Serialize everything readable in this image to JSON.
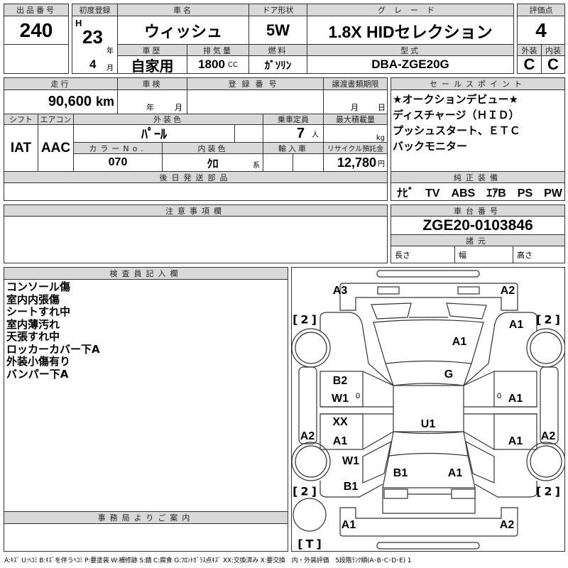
{
  "lot": {
    "label": "出品番号",
    "value": "240"
  },
  "first_reg": {
    "label": "初度登録",
    "era": "H",
    "year": "23",
    "year_unit": "年",
    "month": "4",
    "month_unit": "月"
  },
  "car_name": {
    "label": "車名",
    "value": "ウィッシュ"
  },
  "door": {
    "label": "ドア形状",
    "value": "5W"
  },
  "grade": {
    "label": "グレード",
    "value": "1.8X HIDセレクション"
  },
  "history": {
    "label": "車歴",
    "value": "自家用"
  },
  "displacement": {
    "label": "排気量",
    "value": "1800",
    "unit": "CC"
  },
  "fuel": {
    "label": "燃料",
    "value": "ｶﾞｿﾘﾝ"
  },
  "model": {
    "label": "型式",
    "value": "DBA-ZGE20G"
  },
  "score": {
    "label": "評価点",
    "value": "4",
    "ext_label": "外装",
    "int_label": "内装",
    "ext": "C",
    "int": "C"
  },
  "mileage": {
    "label": "走行",
    "value": "90,600",
    "unit": "km"
  },
  "inspection": {
    "label": "車検",
    "year_unit": "年",
    "month_unit": "月"
  },
  "reg_no": {
    "label": "登録番号"
  },
  "transfer": {
    "label": "譲渡書類期限",
    "month_unit": "月",
    "day_unit": "日"
  },
  "shift": {
    "label": "シフト",
    "value": "IAT"
  },
  "ac": {
    "label": "エアコン",
    "value": "AAC"
  },
  "ext_color": {
    "label": "外装色",
    "value": "ﾊﾟｰﾙ"
  },
  "capacity": {
    "label": "乗車定員",
    "value": "7",
    "unit": "人"
  },
  "max_load": {
    "label": "最大積載量",
    "unit": "kg"
  },
  "color_no": {
    "label": "カラーNo.",
    "value": "070"
  },
  "int_color": {
    "label": "内装色",
    "value": "ｸﾛ",
    "unit": "系"
  },
  "import": {
    "label": "輸入車"
  },
  "recycle": {
    "label": "リサイクル預託金",
    "value": "12,780",
    "unit": "円"
  },
  "later_parts": {
    "label": "後日発送部品"
  },
  "sale_points": {
    "label": "セールスポイント",
    "items": [
      "★オークションデビュー★",
      "ディスチャージ（ＨＩＤ）",
      "プッシュスタート、ＥＴＣ",
      "バックモニター"
    ]
  },
  "equipment": {
    "label": "純正装備",
    "value": "ﾅﾋﾞ　TV　ABS　ｴｱB　PS　PW"
  },
  "caution": {
    "label": "注意事項欄"
  },
  "chassis": {
    "label": "車台番号",
    "value": "ZGE20-0103846"
  },
  "specs": {
    "label": "諸元",
    "length": "長さ",
    "width": "幅",
    "height": "高さ"
  },
  "inspector": {
    "label": "検査員記入欄",
    "notes": [
      "コンソール傷",
      "室内内張傷",
      "シートすれ中",
      "室内薄汚れ",
      "天張すれ中",
      "ロッカーカバー下A",
      "外装小傷有り",
      "バンパー下A"
    ]
  },
  "office": {
    "label": "事務局よりご案内"
  },
  "diagram": {
    "labels": [
      "A3",
      "A2",
      "A1",
      "A1",
      "G",
      "B2",
      "W1",
      "0",
      "0",
      "A1",
      "XX",
      "U1",
      "A2",
      "A2",
      "A1",
      "A1",
      "W1",
      "B1",
      "A1",
      "B1",
      "A1",
      "A2"
    ],
    "tires": [
      "[2]",
      "[2]",
      "[2]",
      "[2]",
      "[T]"
    ]
  },
  "legend": "A:ｷｽﾞ U:ﾍｺﾐ B:ｷｽﾞを伴うﾍｺﾐ P:要塗装 W:補修跡 S:錆 C:腐食 G:ﾌﾛﾝﾄｶﾞﾗｽ点ｷｽﾞ XX:交換済み X:要交換　内・外装評価　5段階ﾗﾝｸ順(A･B･C･D･E) 1"
}
